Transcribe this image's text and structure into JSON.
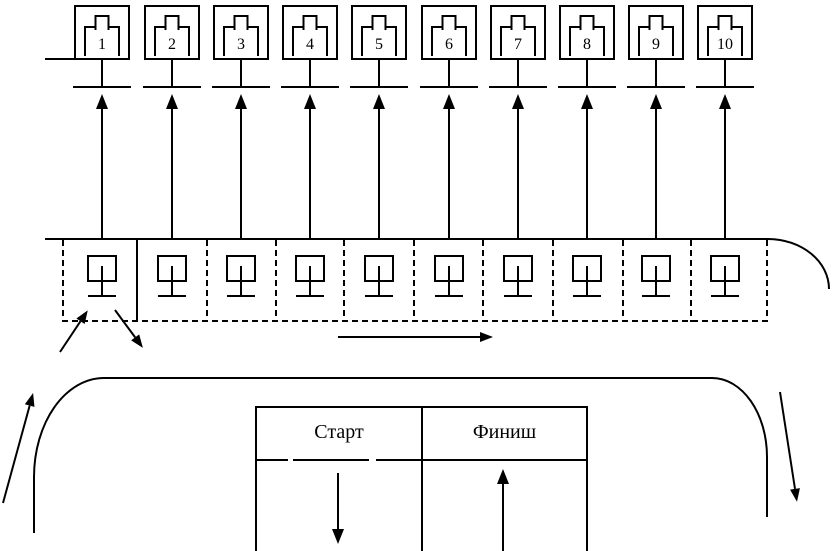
{
  "diagram": {
    "background_color": "#ffffff",
    "line_color": "#000000",
    "targets": [
      {
        "number": "1"
      },
      {
        "number": "2"
      },
      {
        "number": "3"
      },
      {
        "number": "4"
      },
      {
        "number": "5"
      },
      {
        "number": "6"
      },
      {
        "number": "7"
      },
      {
        "number": "8"
      },
      {
        "number": "9"
      },
      {
        "number": "10"
      }
    ],
    "start_finish": {
      "start_label": "Старт",
      "finish_label": "Финиш"
    }
  }
}
